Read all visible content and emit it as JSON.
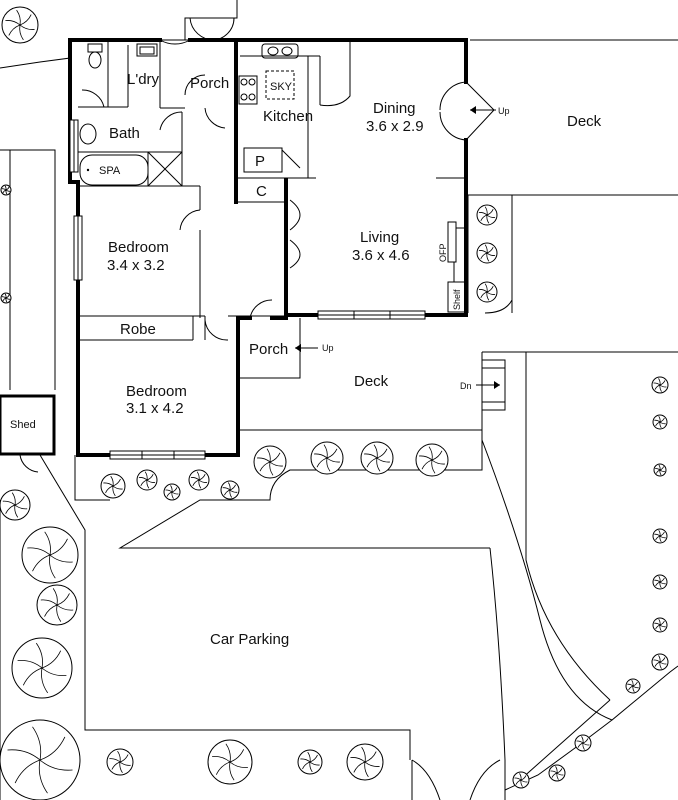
{
  "rooms": {
    "laundry": {
      "name": "L'dry"
    },
    "porch_top": {
      "name": "Porch"
    },
    "kitchen": {
      "name": "Kitchen"
    },
    "sky": {
      "name": "SKY"
    },
    "dining": {
      "name": "Dining",
      "size": "3.6 x 2.9"
    },
    "bath": {
      "name": "Bath"
    },
    "spa": {
      "name": "SPA"
    },
    "pantry": {
      "name": "P"
    },
    "cupboard": {
      "name": "C"
    },
    "bedroom1": {
      "name": "Bedroom",
      "size": "3.4 x 3.2"
    },
    "living": {
      "name": "Living",
      "size": "3.6 x 4.6"
    },
    "ofp": {
      "name": "OFP"
    },
    "shelf": {
      "name": "Shelf"
    },
    "robe": {
      "name": "Robe"
    },
    "porch_side": {
      "name": "Porch"
    },
    "bedroom2": {
      "name": "Bedroom",
      "size": "3.1 x 4.2"
    },
    "shed": {
      "name": "Shed"
    }
  },
  "outdoor": {
    "deck_right": "Deck",
    "deck_bottom": "Deck",
    "car_parking": "Car Parking"
  },
  "markers": {
    "up_dining": "Up",
    "up_porch": "Up",
    "dn_deck": "Dn"
  }
}
